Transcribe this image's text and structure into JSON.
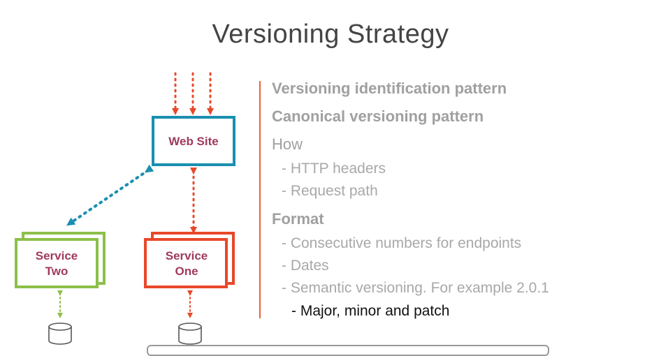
{
  "title": "Versioning Strategy",
  "diagram": {
    "web_site_label": "Web Site",
    "service_two_label_line1": "Service",
    "service_two_label_line2": "Two",
    "service_one_label_line1": "Service",
    "service_one_label_line2": "One"
  },
  "list": {
    "item1": "Versioning identification pattern",
    "item2": "Canonical versioning pattern",
    "item3": "How",
    "item3_sub1": "- HTTP headers",
    "item3_sub2": "- Request path",
    "item4": "Format",
    "item4_sub1": "- Consecutive numbers for endpoints",
    "item4_sub2": "- Dates",
    "item4_sub3": "- Semantic versioning. For example 2.0.1",
    "item4_sub4": "- Major, minor and patch"
  },
  "colors": {
    "web_site": "#1a8fb0",
    "service_two": "#8cc04a",
    "service_one": "#e8482a",
    "label_text": "#a03a5a",
    "arrow_orange": "#e8482a",
    "divider": "#e8623a"
  }
}
